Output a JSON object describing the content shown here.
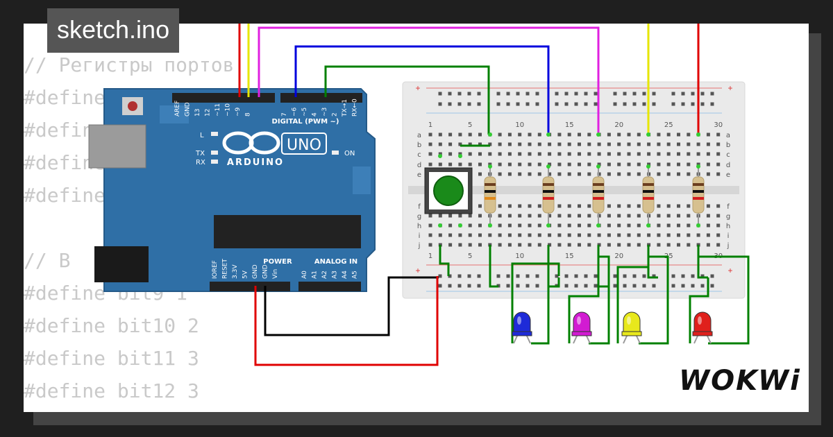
{
  "window": {
    "title": "sketch.ino"
  },
  "code_lines": [
    "// Регистры портов",
    "#define",
    "#define",
    "#define",
    "#define",
    "",
    "// B",
    "#define bit9 1",
    "#define bit10 2",
    "#define bit11 3",
    "#define bit12 3"
  ],
  "arduino": {
    "brand": "ARDUINO",
    "model": "UNO",
    "digital_label": "DIGITAL (PWM ~)",
    "power_label": "POWER",
    "analog_label": "ANALOG IN",
    "on_label": "ON",
    "tx_label": "TX",
    "rx_label": "RX",
    "l_label": "L",
    "top_pins": [
      "AREF",
      "GND",
      "13",
      "12",
      "~11",
      "~10",
      "~9",
      "8",
      "7",
      "~6",
      "~5",
      "4",
      "~3",
      "2",
      "TX→1",
      "RX←0"
    ],
    "power_pins": [
      "IOREF",
      "RESET",
      "3.3V",
      "5V",
      "GND",
      "GND",
      "Vin"
    ],
    "analog_pins": [
      "A0",
      "A1",
      "A2",
      "A3",
      "A4",
      "A5"
    ]
  },
  "breadboard": {
    "column_numbers": [
      "1",
      "5",
      "10",
      "15",
      "20",
      "25",
      "30"
    ],
    "row_letters_top": [
      "a",
      "b",
      "c",
      "d",
      "e"
    ],
    "row_letters_bottom": [
      "f",
      "g",
      "h",
      "i",
      "j"
    ]
  },
  "components": {
    "leds": [
      {
        "color_name": "blue",
        "color": "#1e2bd8"
      },
      {
        "color_name": "magenta",
        "color": "#d21bd2"
      },
      {
        "color_name": "yellow",
        "color": "#e8e81c"
      },
      {
        "color_name": "red",
        "color": "#e0201c"
      }
    ],
    "button_color": "#1a8a1a"
  },
  "wire_colors": {
    "red": "#e00000",
    "yellow": "#e6e600",
    "magenta": "#e020e0",
    "blue": "#0000dd",
    "green": "#008000",
    "black": "#000000"
  },
  "brand": {
    "logo_text": "WOKWi"
  }
}
